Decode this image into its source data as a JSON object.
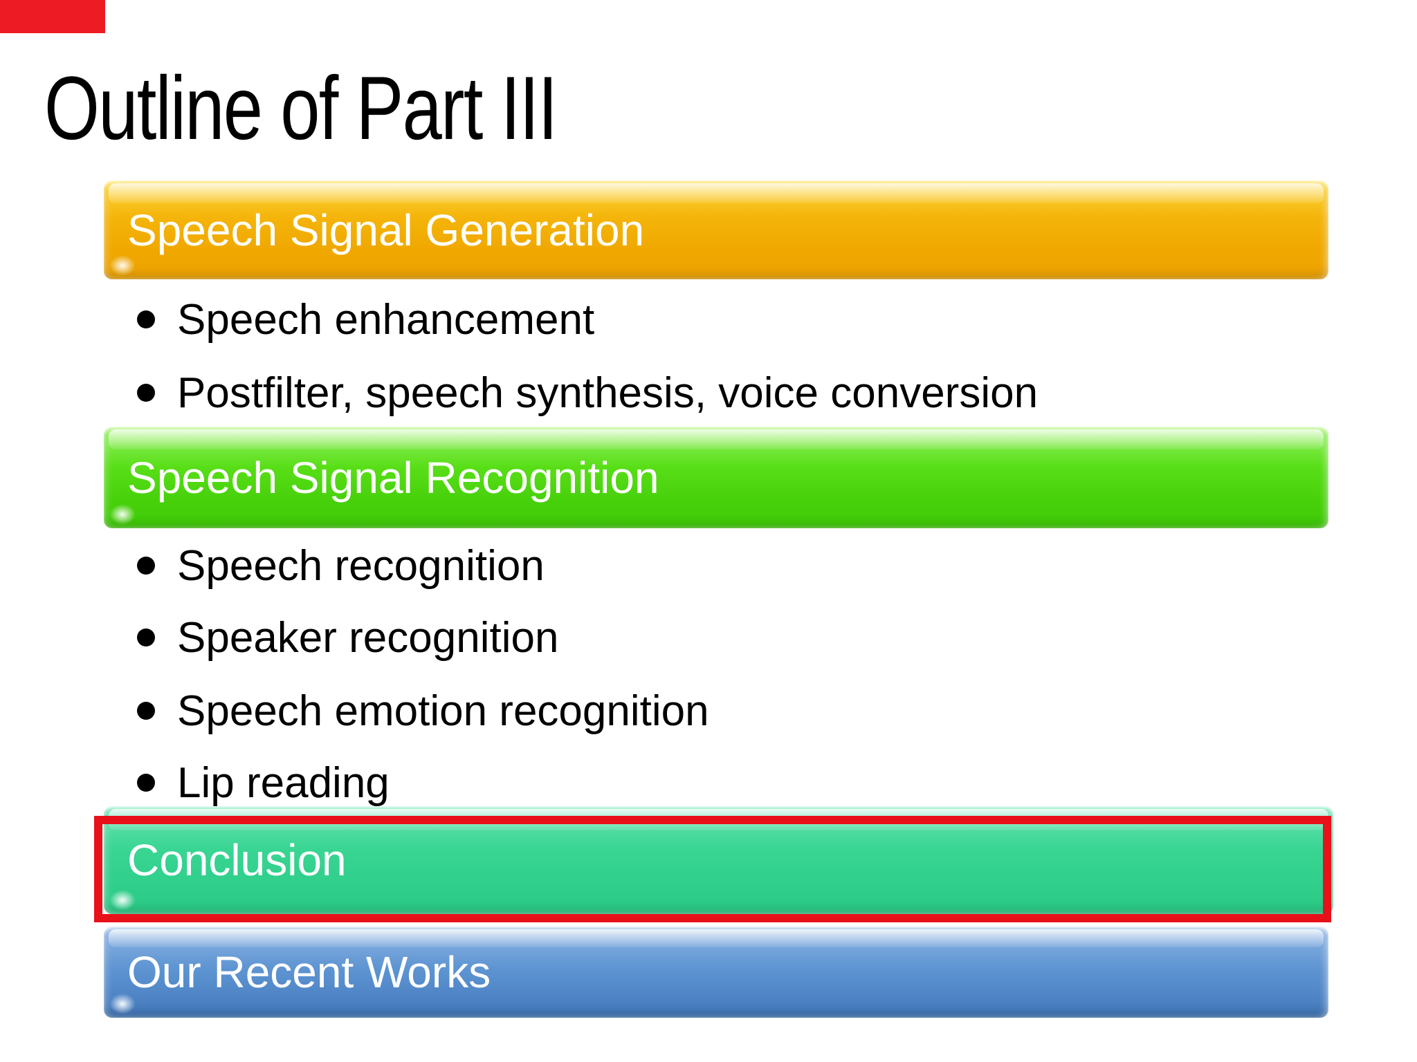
{
  "slide": {
    "title": "Outline of Part III",
    "sections": [
      {
        "label": "Speech Signal Generation",
        "color": "#f2ae05",
        "bullets": [
          "Speech enhancement",
          "Postfilter, speech synthesis, voice conversion"
        ]
      },
      {
        "label": "Speech Signal Recognition",
        "color": "#4ed60d",
        "bullets": [
          "Speech recognition",
          "Speaker recognition",
          "Speech emotion recognition",
          "Lip reading"
        ]
      },
      {
        "label": "Conclusion",
        "color": "#31d08c",
        "highlighted": true,
        "bullets": []
      },
      {
        "label": "Our Recent Works",
        "color": "#5590ce",
        "bullets": []
      }
    ],
    "colors": {
      "background": "#ffffff",
      "title_text": "#000000",
      "banner_text": "#ffffff",
      "bullet_text": "#000000",
      "highlight_outline": "#e81119",
      "corner_marker": "#ed1b23"
    }
  }
}
